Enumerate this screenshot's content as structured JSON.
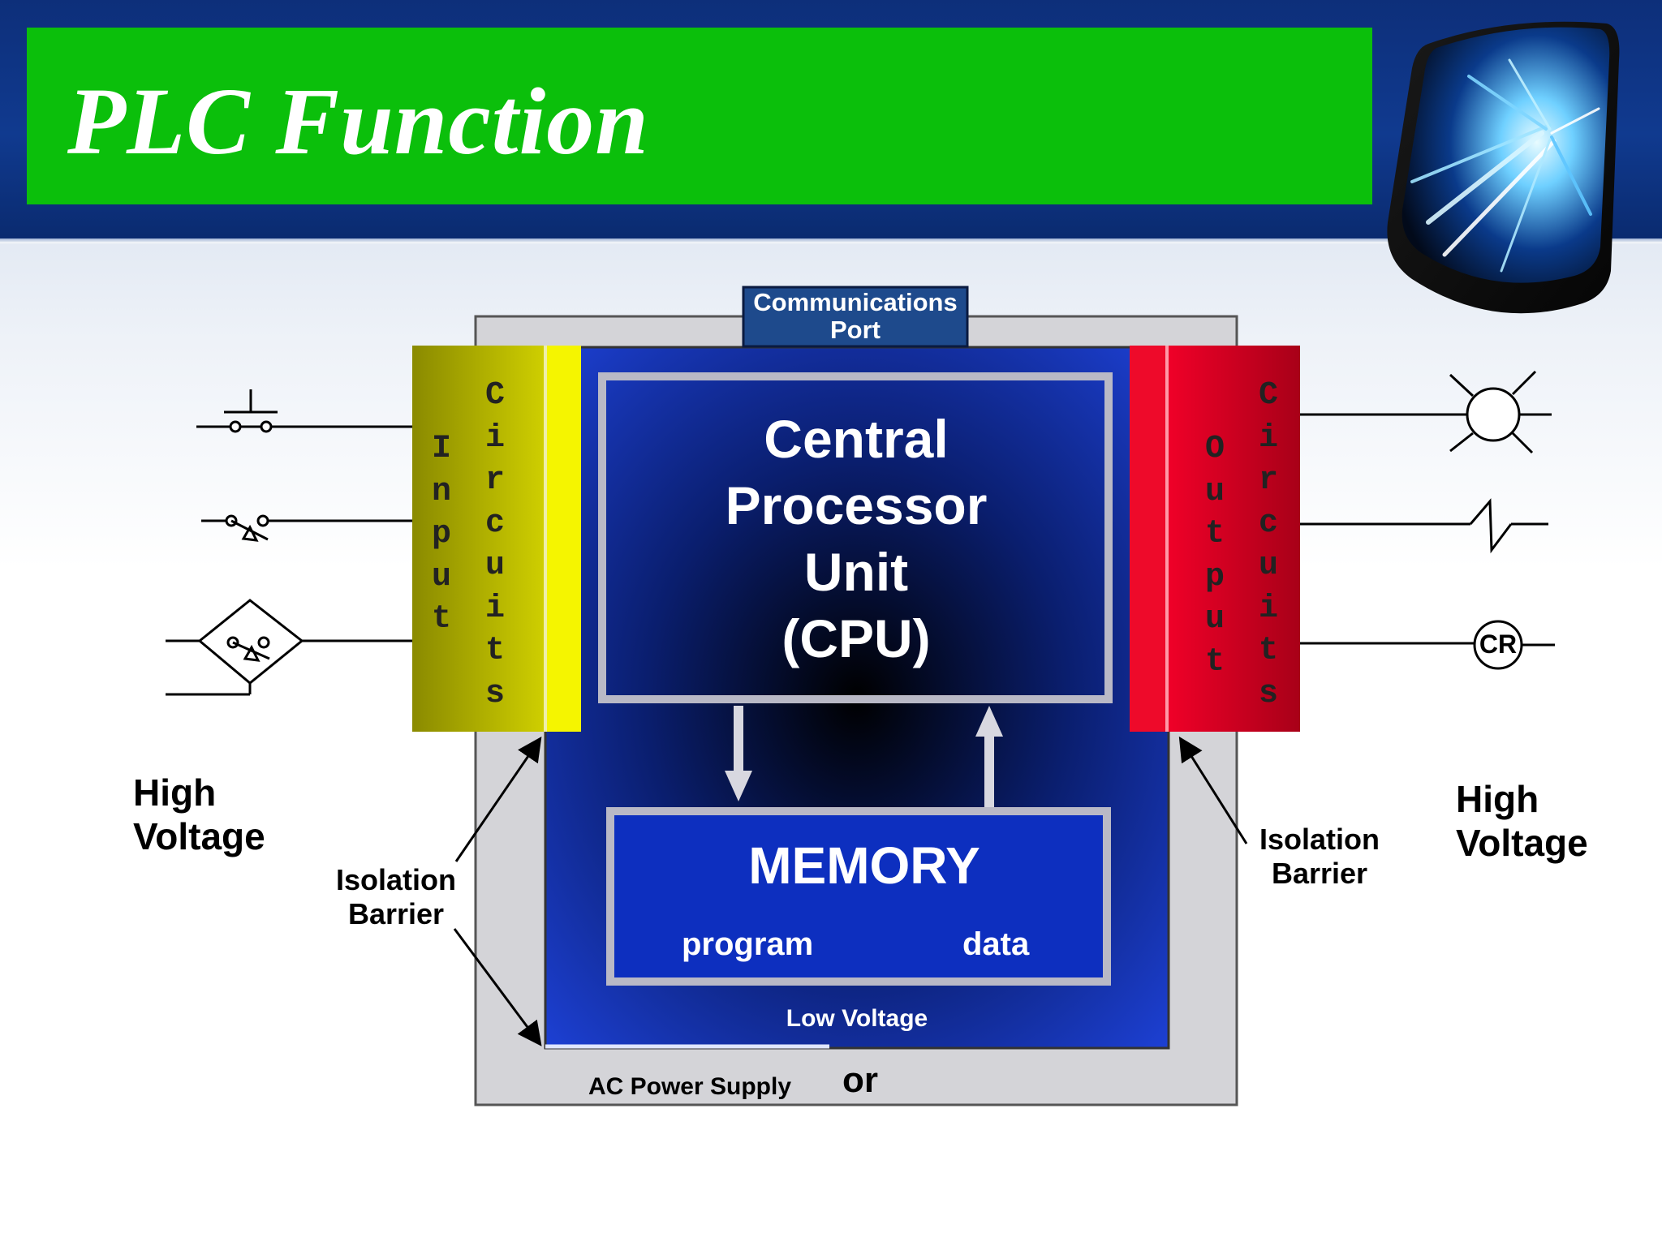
{
  "slide": {
    "title": "PLC Function"
  },
  "diagram": {
    "communications_port": [
      "Communications",
      "Port"
    ],
    "input_circuits": {
      "word1": "Input",
      "word2": "Circuits"
    },
    "output_circuits": {
      "word1": "Output",
      "word2": "Circuits"
    },
    "cpu": [
      "Central",
      "Processor",
      "Unit",
      "(CPU)"
    ],
    "memory": {
      "title": "MEMORY",
      "left": "program",
      "right": "data"
    },
    "low_voltage": "Low Voltage",
    "ac_power_supply": "AC Power Supply",
    "or": "or",
    "left_high_voltage": [
      "High",
      "Voltage"
    ],
    "right_high_voltage": [
      "High",
      "Voltage"
    ],
    "left_isolation_barrier": [
      "Isolation",
      "Barrier"
    ],
    "right_isolation_barrier": [
      "Isolation",
      "Barrier"
    ],
    "output_device_cr": "CR"
  },
  "colors": {
    "title_bar": "#0bbf0b",
    "header": "#0d2f7a",
    "input_circuits": "#a8a800",
    "input_barrier": "#f5f500",
    "output_circuits": "#e00020",
    "cpu_blue": "#1f3fd6",
    "frame_gray": "#d4d4d8"
  },
  "icons": [
    "pushbutton-symbol",
    "toggle-switch-symbol",
    "pressure-switch-symbol",
    "lamp-symbol",
    "solenoid-symbol",
    "control-relay-symbol",
    "light-streak-logo"
  ]
}
